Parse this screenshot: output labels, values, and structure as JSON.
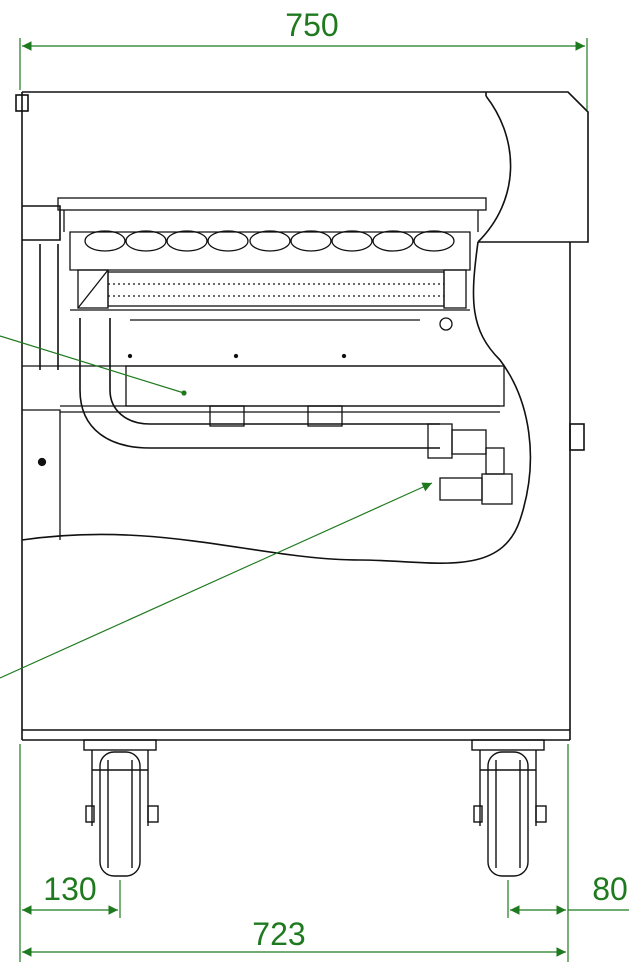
{
  "colors": {
    "line": "#111111",
    "dimension": "#1f7a1f",
    "background": "#ffffff"
  },
  "dimensions": {
    "overall_width_top": "750",
    "caster_offset_left": "130",
    "caster_offset_right": "80",
    "overall_width_bottom": "723"
  }
}
